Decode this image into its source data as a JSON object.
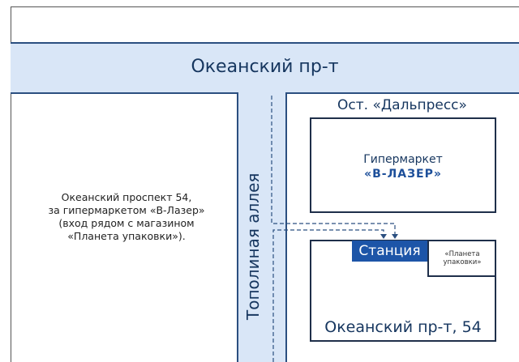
{
  "road_main": "Океанский пр-т",
  "road_side": "Тополиная аллея",
  "bus_stop": "Ост. «Дальпресс»",
  "hypermarket": {
    "line1": "Гипермаркет",
    "line2": "«В-ЛАЗЕР»"
  },
  "station_label": "Станция",
  "neighbor_shop": {
    "line1": "«Планета",
    "line2": "упаковки»"
  },
  "building_address": "Океанский пр-т, 54",
  "directions": {
    "line1": "Океанский проспект 54,",
    "line2": "за гипермаркетом «В-Лазер»",
    "line3": "(вход рядом с магазином",
    "line4": "«Планета упаковки»)."
  },
  "colors": {
    "road": "#d9e6f7",
    "accent": "#1d55a8",
    "text": "#16365f"
  }
}
